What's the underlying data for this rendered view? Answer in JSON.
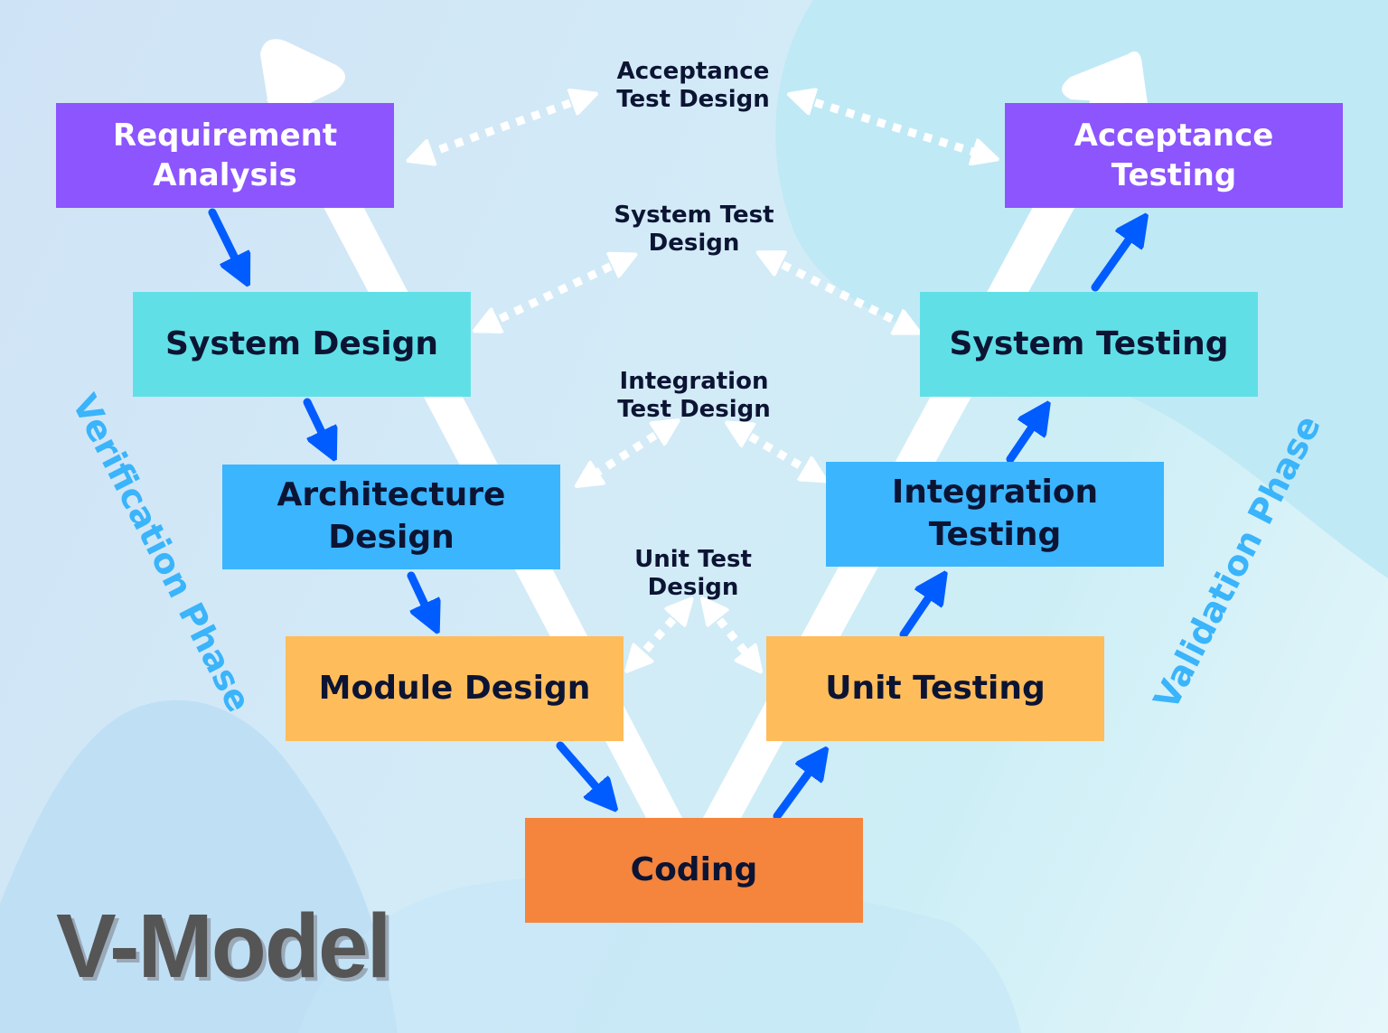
{
  "title": "V-Model",
  "colors": {
    "requirement": "#8c55fe",
    "system": "#60e0e6",
    "architecture": "#3bb5fe",
    "module": "#ffbc5b",
    "coding": "#f5843d",
    "flow_arrow": "#005cff",
    "dashed_arrow": "#ffffff",
    "phase_label": "#3ab4fb",
    "text_dark": "#0c1433"
  },
  "phases": {
    "verification": "Verification Phase",
    "validation": "Validation Phase"
  },
  "verification_steps": [
    {
      "id": "requirement-analysis",
      "lines": [
        "Requirement",
        "Analysis"
      ]
    },
    {
      "id": "system-design",
      "lines": [
        "System Design"
      ]
    },
    {
      "id": "architecture-design",
      "lines": [
        "Architecture",
        "Design"
      ]
    },
    {
      "id": "module-design",
      "lines": [
        "Module Design"
      ]
    }
  ],
  "coding": {
    "id": "coding",
    "lines": [
      "Coding"
    ]
  },
  "validation_steps": [
    {
      "id": "unit-testing",
      "lines": [
        "Unit Testing"
      ]
    },
    {
      "id": "integration-testing",
      "lines": [
        "Integration",
        "Testing"
      ]
    },
    {
      "id": "system-testing",
      "lines": [
        "System Testing"
      ]
    },
    {
      "id": "acceptance-testing",
      "lines": [
        "Acceptance",
        "Testing"
      ]
    }
  ],
  "test_designs": [
    {
      "id": "acceptance-test-design",
      "lines": [
        "Acceptance",
        "Test Design"
      ],
      "links": [
        "Requirement Analysis",
        "Acceptance Testing"
      ]
    },
    {
      "id": "system-test-design",
      "lines": [
        "System Test",
        "Design"
      ],
      "links": [
        "System Design",
        "System Testing"
      ]
    },
    {
      "id": "integration-test-design",
      "lines": [
        "Integration",
        "Test Design"
      ],
      "links": [
        "Architecture Design",
        "Integration Testing"
      ]
    },
    {
      "id": "unit-test-design",
      "lines": [
        "Unit Test",
        "Design"
      ],
      "links": [
        "Module Design",
        "Unit Testing"
      ]
    }
  ]
}
